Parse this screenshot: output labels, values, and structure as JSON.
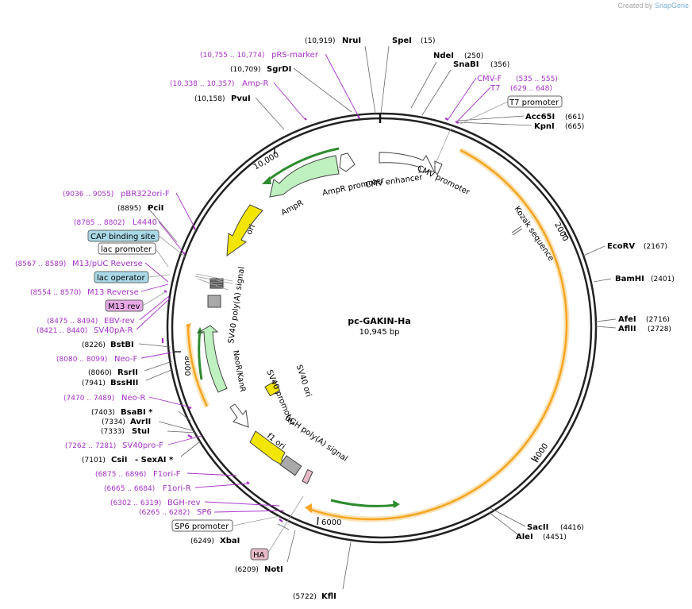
{
  "credit": {
    "prefix": "Created by",
    "brand": "SnapGene"
  },
  "plasmid": {
    "name": "pc-GAKIN-Ha",
    "size": "10,945 bp"
  },
  "tick_labels": [
    "2000",
    "4000",
    "6000",
    "8000",
    "10,000"
  ],
  "colors": {
    "enzyme_leader": "#555555",
    "primer": "#a633c8",
    "feature_leader": "#9e9e9e",
    "orf_orange": "#f5a623",
    "orf_highlight": "#fbe3b6",
    "green_arrow": "#2e8b2e",
    "ori": "#f2e600",
    "cds_green": "#bff0bf",
    "promoter_white": "#ffffff",
    "lac_operator": "#a9d9e6",
    "m13rev": "#e8a9e6",
    "ha": "#e6b9c6",
    "terminator_gray": "#a9a9a9"
  },
  "enzymes": [
    {
      "name": "NruI",
      "pos": "(10,919)"
    },
    {
      "name": "SpeI",
      "pos": "(15)"
    },
    {
      "name": "NdeI",
      "pos": "(250)"
    },
    {
      "name": "SnaBI",
      "pos": "(356)"
    },
    {
      "name": "Acc65I",
      "pos": "(661)"
    },
    {
      "name": "KpnI",
      "pos": "(665)"
    },
    {
      "name": "EcoRV",
      "pos": "(2167)"
    },
    {
      "name": "BamHI",
      "pos": "(2401)"
    },
    {
      "name": "AfeI",
      "pos": "(2716)"
    },
    {
      "name": "AflII",
      "pos": "(2728)"
    },
    {
      "name": "SacII",
      "pos": "(4416)"
    },
    {
      "name": "AleI",
      "pos": "(4451)"
    },
    {
      "name": "KflI",
      "pos": "(5722)"
    },
    {
      "name": "NotI",
      "pos": "(6209)"
    },
    {
      "name": "XbaI",
      "pos": "(6249)"
    },
    {
      "name": "CsiI",
      "pos": "(7101)"
    },
    {
      "name": "- SexAI *",
      "pos": ""
    },
    {
      "name": "StuI",
      "pos": "(7333)"
    },
    {
      "name": "AvrII",
      "pos": "(7334)"
    },
    {
      "name": "BsaBI *",
      "pos": "(7403)"
    },
    {
      "name": "BssHII",
      "pos": "(7941)"
    },
    {
      "name": "RsrII",
      "pos": "(8060)"
    },
    {
      "name": "BstBI",
      "pos": "(8226)"
    },
    {
      "name": "PciI",
      "pos": "(8895)"
    },
    {
      "name": "PvuI",
      "pos": "(10,158)"
    },
    {
      "name": "SgrDI",
      "pos": "(10,709)"
    }
  ],
  "primers": [
    {
      "name": "pRS-marker",
      "pos": "(10,755 .. 10,774)"
    },
    {
      "name": "Amp-R",
      "pos": "(10,338 .. 10,357)"
    },
    {
      "name": "CMV-F",
      "pos": "(535 .. 555)"
    },
    {
      "name": "T7",
      "pos": "(629 .. 648)"
    },
    {
      "name": "pBR322ori-F",
      "pos": "(9036 .. 9055)"
    },
    {
      "name": "L4440",
      "pos": "(8785 .. 8802)"
    },
    {
      "name": "M13/pUC Reverse",
      "pos": "(8567 .. 8589)"
    },
    {
      "name": "M13 Reverse",
      "pos": "(8554 .. 8570)"
    },
    {
      "name": "EBV-rev",
      "pos": "(8475 .. 8494)"
    },
    {
      "name": "SV40pA-R",
      "pos": "(8421 .. 8440)"
    },
    {
      "name": "Neo-F",
      "pos": "(8080 .. 8099)"
    },
    {
      "name": "Neo-R",
      "pos": "(7470 .. 7489)"
    },
    {
      "name": "SV40pro-F",
      "pos": "(7262 .. 7281)"
    },
    {
      "name": "F1ori-F",
      "pos": "(6875 .. 6896)"
    },
    {
      "name": "F1ori-R",
      "pos": "(6665 .. 6684)"
    },
    {
      "name": "BGH-rev",
      "pos": "(6302 .. 6319)"
    },
    {
      "name": "SP6",
      "pos": "(6265 .. 6282)"
    }
  ],
  "boxed_features": [
    {
      "name": "T7 promoter"
    },
    {
      "name": "CAP binding site"
    },
    {
      "name": "lac promoter"
    },
    {
      "name": "lac operator"
    },
    {
      "name": "M13 rev"
    },
    {
      "name": "SP6 promoter"
    },
    {
      "name": "HA"
    }
  ],
  "inner_features": [
    {
      "name": "AmpR promoter"
    },
    {
      "name": "AmpR"
    },
    {
      "name": "CMV enhancer"
    },
    {
      "name": "CMV promoter"
    },
    {
      "name": "Kozak sequence"
    },
    {
      "name": "ori"
    },
    {
      "name": "SV40 poly(A) signal"
    },
    {
      "name": "NeoR/KanR"
    },
    {
      "name": "SV40 promoter"
    },
    {
      "name": "SV40 ori"
    },
    {
      "name": "f1 ori"
    },
    {
      "name": "bGH poly(A) signal"
    }
  ]
}
